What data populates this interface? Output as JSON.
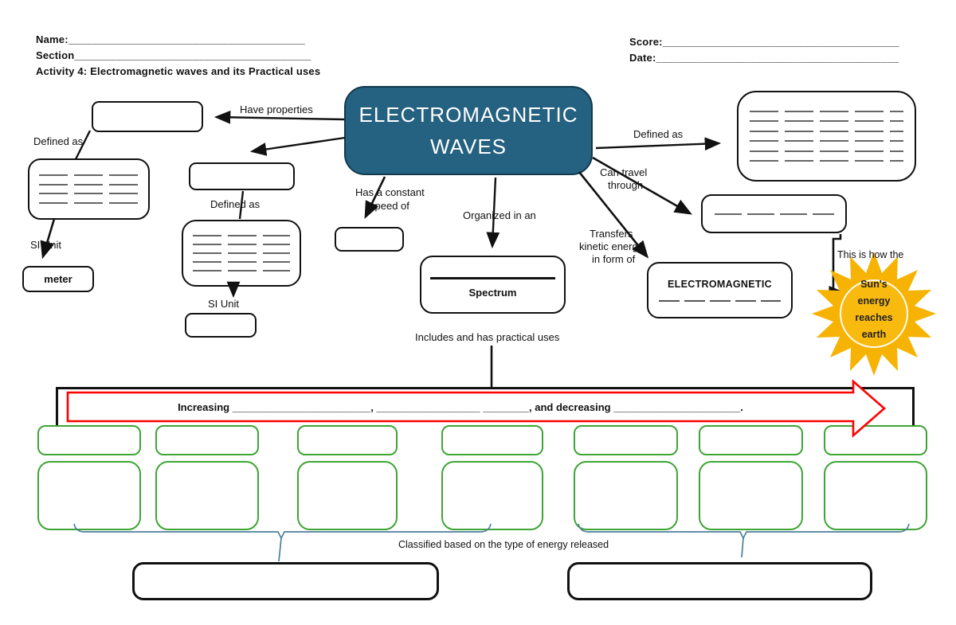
{
  "colors": {
    "node_fill": "#256180",
    "node_border": "#123a4e",
    "green_border": "#3fa535",
    "red_accent": "#ff0000",
    "brace_blue": "#4e7f9e",
    "sun_gold": "#f6b303",
    "sun_center": "#f9bb10",
    "line_gray": "#666666"
  },
  "header": {
    "name_line": "Name:________________________________________",
    "section_line": "Section________________________________________",
    "activity_line": "Activity 4: Electromagnetic waves and its Practical uses",
    "score_line": "Score:________________________________________",
    "date_line": "Date:_________________________________________"
  },
  "center_node": {
    "line1": "ELECTROMAGNETIC",
    "line2": "WAVES"
  },
  "labels": {
    "have_properties": "Have properties",
    "defined_as_left": "Defined as",
    "si_unit_left": "SI Unit",
    "defined_as_mid": "Defined as",
    "si_unit_mid": "SI Unit",
    "has_constant_speed_1": "Has a constant",
    "has_constant_speed_2": "speed of",
    "organized_in_an": "Organized in an",
    "defined_as_right": "Defined as",
    "can_travel_1": "Can travel",
    "can_travel_2": "through",
    "transfers_1": "Transfers",
    "transfers_2": "kinetic energy",
    "transfers_3": "in form of",
    "this_is_how": "This is how the",
    "includes": "Includes and has practical uses",
    "classified": "Classified based on the type of energy released"
  },
  "prefilled": {
    "meter": "meter",
    "spectrum": "Spectrum",
    "electromagnetic": "ELECTROMAGNETIC"
  },
  "arrow_banner": {
    "text": "Increasing ________________________, __________________ ________, and decreasing ______________________."
  },
  "sun": {
    "line1": "Sun's",
    "line2": "energy",
    "line3": "reaches",
    "line4": "earth"
  }
}
